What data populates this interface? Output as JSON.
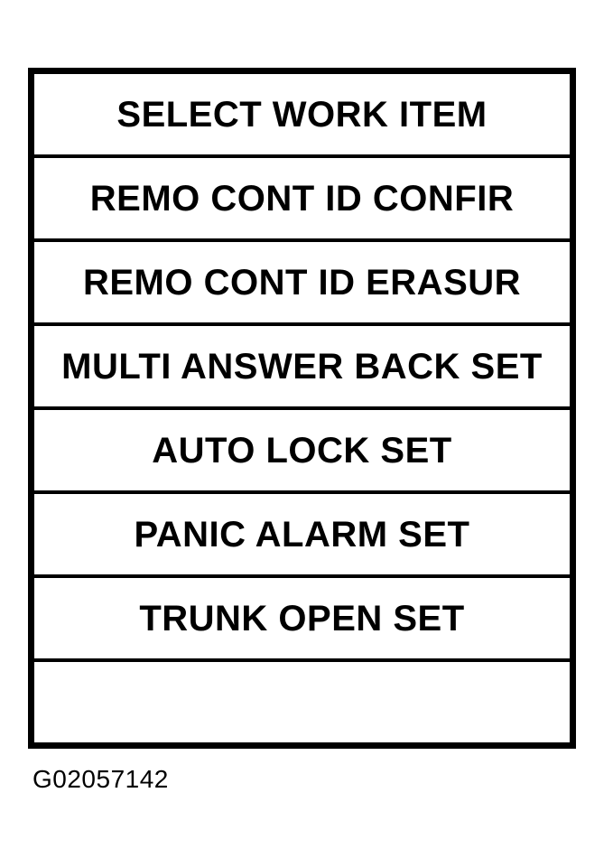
{
  "menu": {
    "title": "SELECT WORK ITEM",
    "items": [
      "REMO CONT ID CONFIR",
      "REMO CONT ID ERASUR",
      "MULTI ANSWER BACK SET",
      "AUTO LOCK SET",
      "PANIC ALARM SET",
      "TRUNK OPEN SET",
      ""
    ]
  },
  "figure_id": "G02057142",
  "colors": {
    "foreground": "#000000",
    "background": "#ffffff"
  }
}
